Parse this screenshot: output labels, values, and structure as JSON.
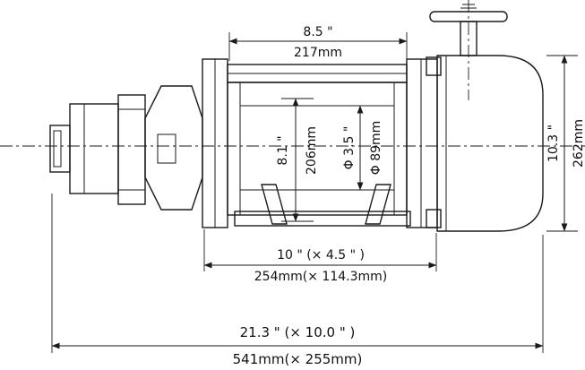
{
  "drawing": {
    "name": "winch-dimension-drawing",
    "dims": {
      "drum_width_in": "8.5 \"",
      "drum_width_mm": "217mm",
      "flange_in": "8.1 \"",
      "flange_mm": "206mm",
      "barrel_in": "Φ 3.5 \"",
      "barrel_mm": "Φ 89mm",
      "height_in": "10.3 \"",
      "height_mm": "262mm",
      "bolt_in": "10 \" (× 4.5 \" )",
      "bolt_mm": "254mm(× 114.3mm)",
      "overall_in": "21.3 \" (× 10.0 \" )",
      "overall_mm": "541mm(× 255mm)"
    }
  }
}
